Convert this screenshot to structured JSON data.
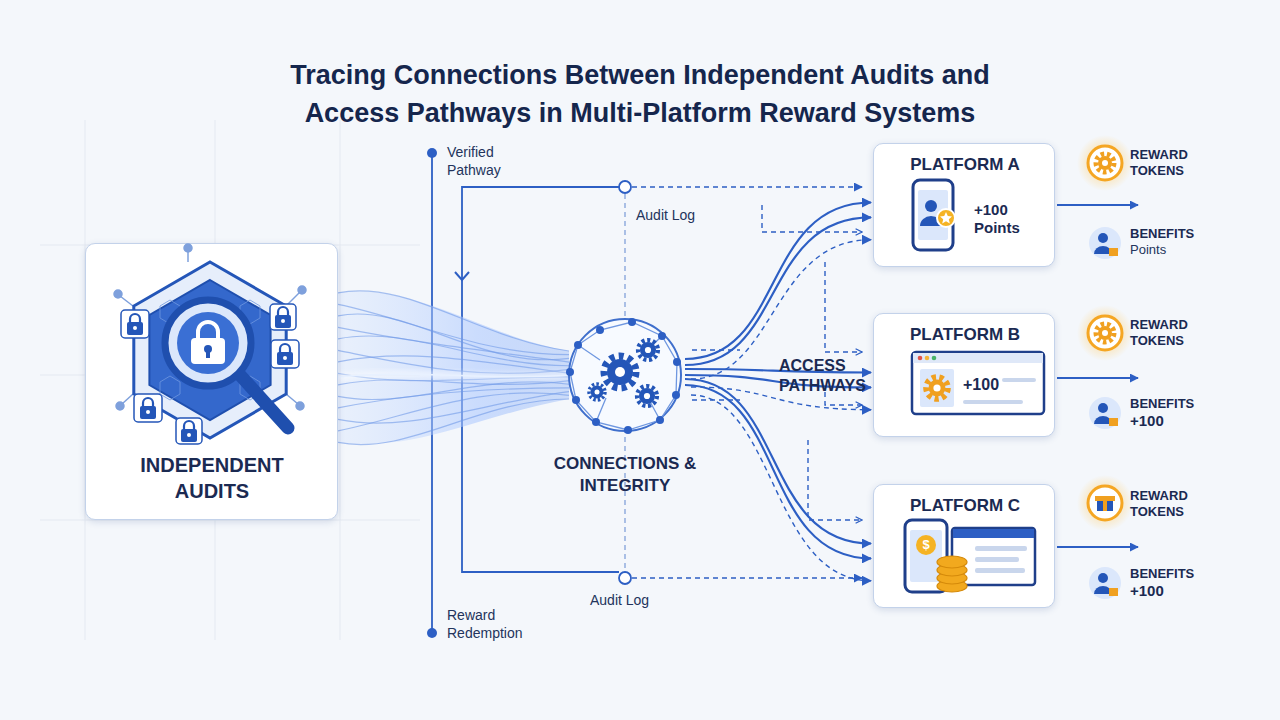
{
  "diagram": {
    "title": "Tracing Connections Between Independent Audits and Access Pathways in Multi-Platform Reward Systems",
    "nodes": [
      {
        "text": [
          "INDEPENDENT AUDITS"
        ]
      },
      {
        "text": [
          "CONNECTIONS & INTEGRITY"
        ]
      },
      {
        "text": [
          "PLATFORM A",
          "+100 Points"
        ]
      },
      {
        "text": [
          "PLATFORM B",
          "+100"
        ]
      },
      {
        "text": [
          "PLATFORM C"
        ]
      }
    ],
    "edges": [
      {
        "from": 0,
        "to": 1,
        "arrow": "none"
      },
      {
        "from": 1,
        "to": 2,
        "arrow": "to"
      },
      {
        "from": 1,
        "to": 3,
        "arrow": "to"
      },
      {
        "from": 1,
        "to": 4,
        "arrow": "to"
      }
    ],
    "labels": [
      "Verified Pathway",
      "Audit Log",
      "ACCESS PATHWAYS",
      "Audit Log",
      "Reward Redemption",
      "$",
      "REWARD TOKENS",
      "BENEFITS",
      "Points",
      "REWARD TOKENS",
      "BENEFITS",
      "+100",
      "REWARD TOKENS",
      "BENEFITS",
      "+100"
    ]
  }
}
